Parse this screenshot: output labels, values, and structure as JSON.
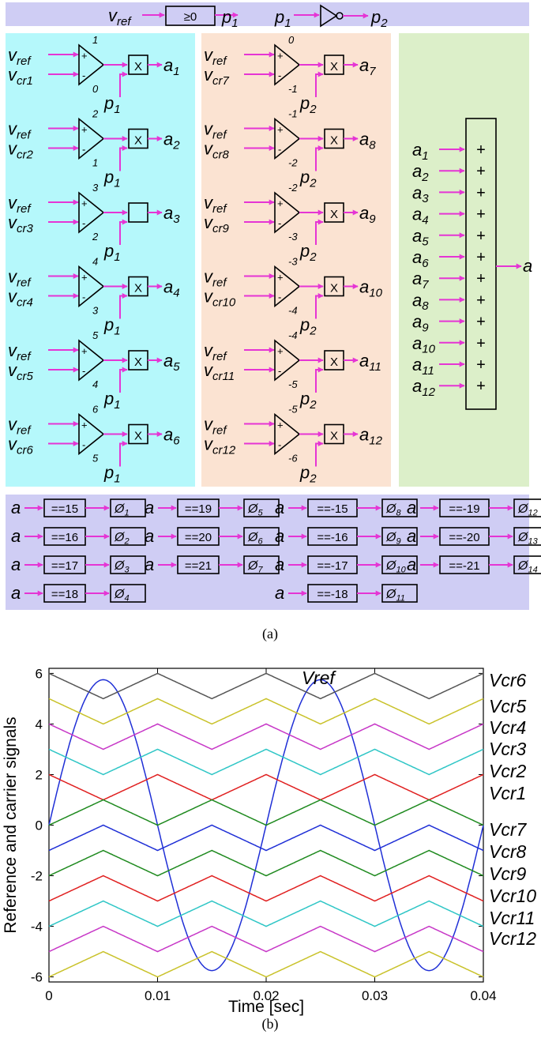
{
  "panel_a": {
    "caption": "(a)",
    "top_bar": {
      "in": "v",
      "in_sub": "ref",
      "cmp": "≥0",
      "out1": "p",
      "out1_sub": "1",
      "not_in": "p",
      "not_in_sub": "1",
      "out2": "p",
      "out2_sub": "2"
    },
    "blue_blocks": [
      {
        "in1": "v",
        "in1_sub": "ref",
        "in2": "v",
        "in2_sub": "cr1",
        "hi": "1",
        "lo": "0",
        "mult": "X",
        "enable": "p",
        "enable_sub": "1",
        "out": "a",
        "out_sub": "1"
      },
      {
        "in1": "v",
        "in1_sub": "ref",
        "in2": "v",
        "in2_sub": "cr2",
        "hi": "2",
        "lo": "1",
        "mult": "X",
        "enable": "p",
        "enable_sub": "1",
        "out": "a",
        "out_sub": "2"
      },
      {
        "in1": "v",
        "in1_sub": "ref",
        "in2": "v",
        "in2_sub": "cr3",
        "hi": "3",
        "lo": "2",
        "mult": "",
        "enable": "p",
        "enable_sub": "1",
        "out": "a",
        "out_sub": "3"
      },
      {
        "in1": "v",
        "in1_sub": "ref",
        "in2": "v",
        "in2_sub": "cr4",
        "hi": "4",
        "lo": "3",
        "mult": "X",
        "enable": "p",
        "enable_sub": "1",
        "out": "a",
        "out_sub": "4"
      },
      {
        "in1": "v",
        "in1_sub": "ref",
        "in2": "v",
        "in2_sub": "cr5",
        "hi": "5",
        "lo": "4",
        "mult": "X",
        "enable": "p",
        "enable_sub": "1",
        "out": "a",
        "out_sub": "5"
      },
      {
        "in1": "v",
        "in1_sub": "ref",
        "in2": "v",
        "in2_sub": "cr6",
        "hi": "6",
        "lo": "5",
        "mult": "X",
        "enable": "p",
        "enable_sub": "1",
        "out": "a",
        "out_sub": "6"
      }
    ],
    "peach_blocks": [
      {
        "in1": "v",
        "in1_sub": "ref",
        "in2": "v",
        "in2_sub": "cr7",
        "hi": "0",
        "lo": "-1",
        "mult": "X",
        "enable": "p",
        "enable_sub": "2",
        "out": "a",
        "out_sub": "7"
      },
      {
        "in1": "v",
        "in1_sub": "ref",
        "in2": "v",
        "in2_sub": "cr8",
        "hi": "-1",
        "lo": "-2",
        "mult": "X",
        "enable": "p",
        "enable_sub": "2",
        "out": "a",
        "out_sub": "8"
      },
      {
        "in1": "v",
        "in1_sub": "ref",
        "in2": "v",
        "in2_sub": "cr9",
        "hi": "-2",
        "lo": "-3",
        "mult": "X",
        "enable": "p",
        "enable_sub": "2",
        "out": "a",
        "out_sub": "9"
      },
      {
        "in1": "v",
        "in1_sub": "ref",
        "in2": "v",
        "in2_sub": "cr10",
        "hi": "-3",
        "lo": "-4",
        "mult": "X",
        "enable": "p",
        "enable_sub": "2",
        "out": "a",
        "out_sub": "10"
      },
      {
        "in1": "v",
        "in1_sub": "ref",
        "in2": "v",
        "in2_sub": "cr11",
        "hi": "-4",
        "lo": "-5",
        "mult": "X",
        "enable": "p",
        "enable_sub": "2",
        "out": "a",
        "out_sub": "11"
      },
      {
        "in1": "v",
        "in1_sub": "ref",
        "in2": "v",
        "in2_sub": "cr12",
        "hi": "-5",
        "lo": "-6",
        "mult": "X",
        "enable": "p",
        "enable_sub": "2",
        "out": "a",
        "out_sub": "12"
      }
    ],
    "sum_block": {
      "inputs": [
        {
          "t": "a",
          "s": "1"
        },
        {
          "t": "a",
          "s": "2"
        },
        {
          "t": "a",
          "s": "3"
        },
        {
          "t": "a",
          "s": "4"
        },
        {
          "t": "a",
          "s": "5"
        },
        {
          "t": "a",
          "s": "6"
        },
        {
          "t": "a",
          "s": "7"
        },
        {
          "t": "a",
          "s": "8"
        },
        {
          "t": "a",
          "s": "9"
        },
        {
          "t": "a",
          "s": "10"
        },
        {
          "t": "a",
          "s": "11"
        },
        {
          "t": "a",
          "s": "12"
        }
      ],
      "sign": "+",
      "output": "a"
    },
    "eq_blocks": [
      [
        {
          "in": "a",
          "cmp": "==15",
          "out": "Ø",
          "out_sub": "1"
        },
        {
          "in": "a",
          "cmp": "==16",
          "out": "Ø",
          "out_sub": "2"
        },
        {
          "in": "a",
          "cmp": "==17",
          "out": "Ø",
          "out_sub": "3"
        },
        {
          "in": "a",
          "cmp": "==18",
          "out": "Ø",
          "out_sub": "4"
        }
      ],
      [
        {
          "in": "a",
          "cmp": "==19",
          "out": "Ø",
          "out_sub": "5"
        },
        {
          "in": "a",
          "cmp": "==20",
          "out": "Ø",
          "out_sub": "6"
        },
        {
          "in": "a",
          "cmp": "==21",
          "out": "Ø",
          "out_sub": "7"
        }
      ],
      [
        {
          "in": "a",
          "cmp": "==-15",
          "out": "Ø",
          "out_sub": "8"
        },
        {
          "in": "a",
          "cmp": "==-16",
          "out": "Ø",
          "out_sub": "9"
        },
        {
          "in": "a",
          "cmp": "==-17",
          "out": "Ø",
          "out_sub": "10"
        },
        {
          "in": "a",
          "cmp": "==-18",
          "out": "Ø",
          "out_sub": "11"
        }
      ],
      [
        {
          "in": "a",
          "cmp": "==-19",
          "out": "Ø",
          "out_sub": "12"
        },
        {
          "in": "a",
          "cmp": "==-20",
          "out": "Ø",
          "out_sub": "13"
        },
        {
          "in": "a",
          "cmp": "==-21",
          "out": "Ø",
          "out_sub": "14"
        }
      ]
    ],
    "colors": {
      "top_bar": "#cfcdf4",
      "blue": "#b5f8fb",
      "peach": "#fbe3d2",
      "green": "#dcefc9",
      "bottom": "#cfcdf4",
      "wire": "#e535d4"
    }
  },
  "chart_data": {
    "type": "line",
    "caption": "(b)",
    "xlabel": "Time [sec]",
    "ylabel": "Reference and carrier signals",
    "xlim": [
      0,
      0.04
    ],
    "ylim": [
      -6.2,
      6.2
    ],
    "xticks": [
      "0",
      "0.01",
      "0.02",
      "0.03",
      "0.04"
    ],
    "yticks": [
      "6",
      "4",
      "2",
      "0",
      "-2",
      "-4",
      "-6"
    ],
    "carrier_period": 0.01,
    "series": [
      {
        "name": "Vref",
        "kind": "sine",
        "amplitude": 5.75,
        "frequency_hz": 50,
        "color": "#1f2fd6"
      },
      {
        "name": "Vcr6",
        "kind": "triangle",
        "at_t0": 6,
        "range": [
          5,
          6
        ],
        "color": "#555555"
      },
      {
        "name": "Vcr5",
        "kind": "triangle",
        "at_t0": 5,
        "range": [
          4,
          5
        ],
        "color": "#c9c22a"
      },
      {
        "name": "Vcr4",
        "kind": "triangle",
        "at_t0": 4,
        "range": [
          3,
          4
        ],
        "color": "#c737c7"
      },
      {
        "name": "Vcr3",
        "kind": "triangle",
        "at_t0": 3,
        "range": [
          2,
          3
        ],
        "color": "#2fc6c6"
      },
      {
        "name": "Vcr2",
        "kind": "triangle",
        "at_t0": 2,
        "range": [
          1,
          2
        ],
        "color": "#e02020"
      },
      {
        "name": "Vcr1",
        "kind": "triangle",
        "at_t0": 0,
        "range": [
          0,
          1
        ],
        "color": "#1f8a1f"
      },
      {
        "name": "Vcr7",
        "kind": "triangle",
        "at_t0": -1,
        "range": [
          -1,
          0
        ],
        "color": "#1f2fd6"
      },
      {
        "name": "Vcr8",
        "kind": "triangle",
        "at_t0": -2,
        "range": [
          -2,
          -1
        ],
        "color": "#1f8a1f"
      },
      {
        "name": "Vcr9",
        "kind": "triangle",
        "at_t0": -3,
        "range": [
          -3,
          -2
        ],
        "color": "#e02020"
      },
      {
        "name": "Vcr10",
        "kind": "triangle",
        "at_t0": -4,
        "range": [
          -4,
          -3
        ],
        "color": "#2fc6c6"
      },
      {
        "name": "Vcr11",
        "kind": "triangle",
        "at_t0": -5,
        "range": [
          -5,
          -4
        ],
        "color": "#c737c7"
      },
      {
        "name": "Vcr12",
        "kind": "triangle",
        "at_t0": -6,
        "range": [
          -6,
          -5
        ],
        "color": "#c9c22a"
      }
    ],
    "grid": false,
    "legend": "right-labels"
  }
}
